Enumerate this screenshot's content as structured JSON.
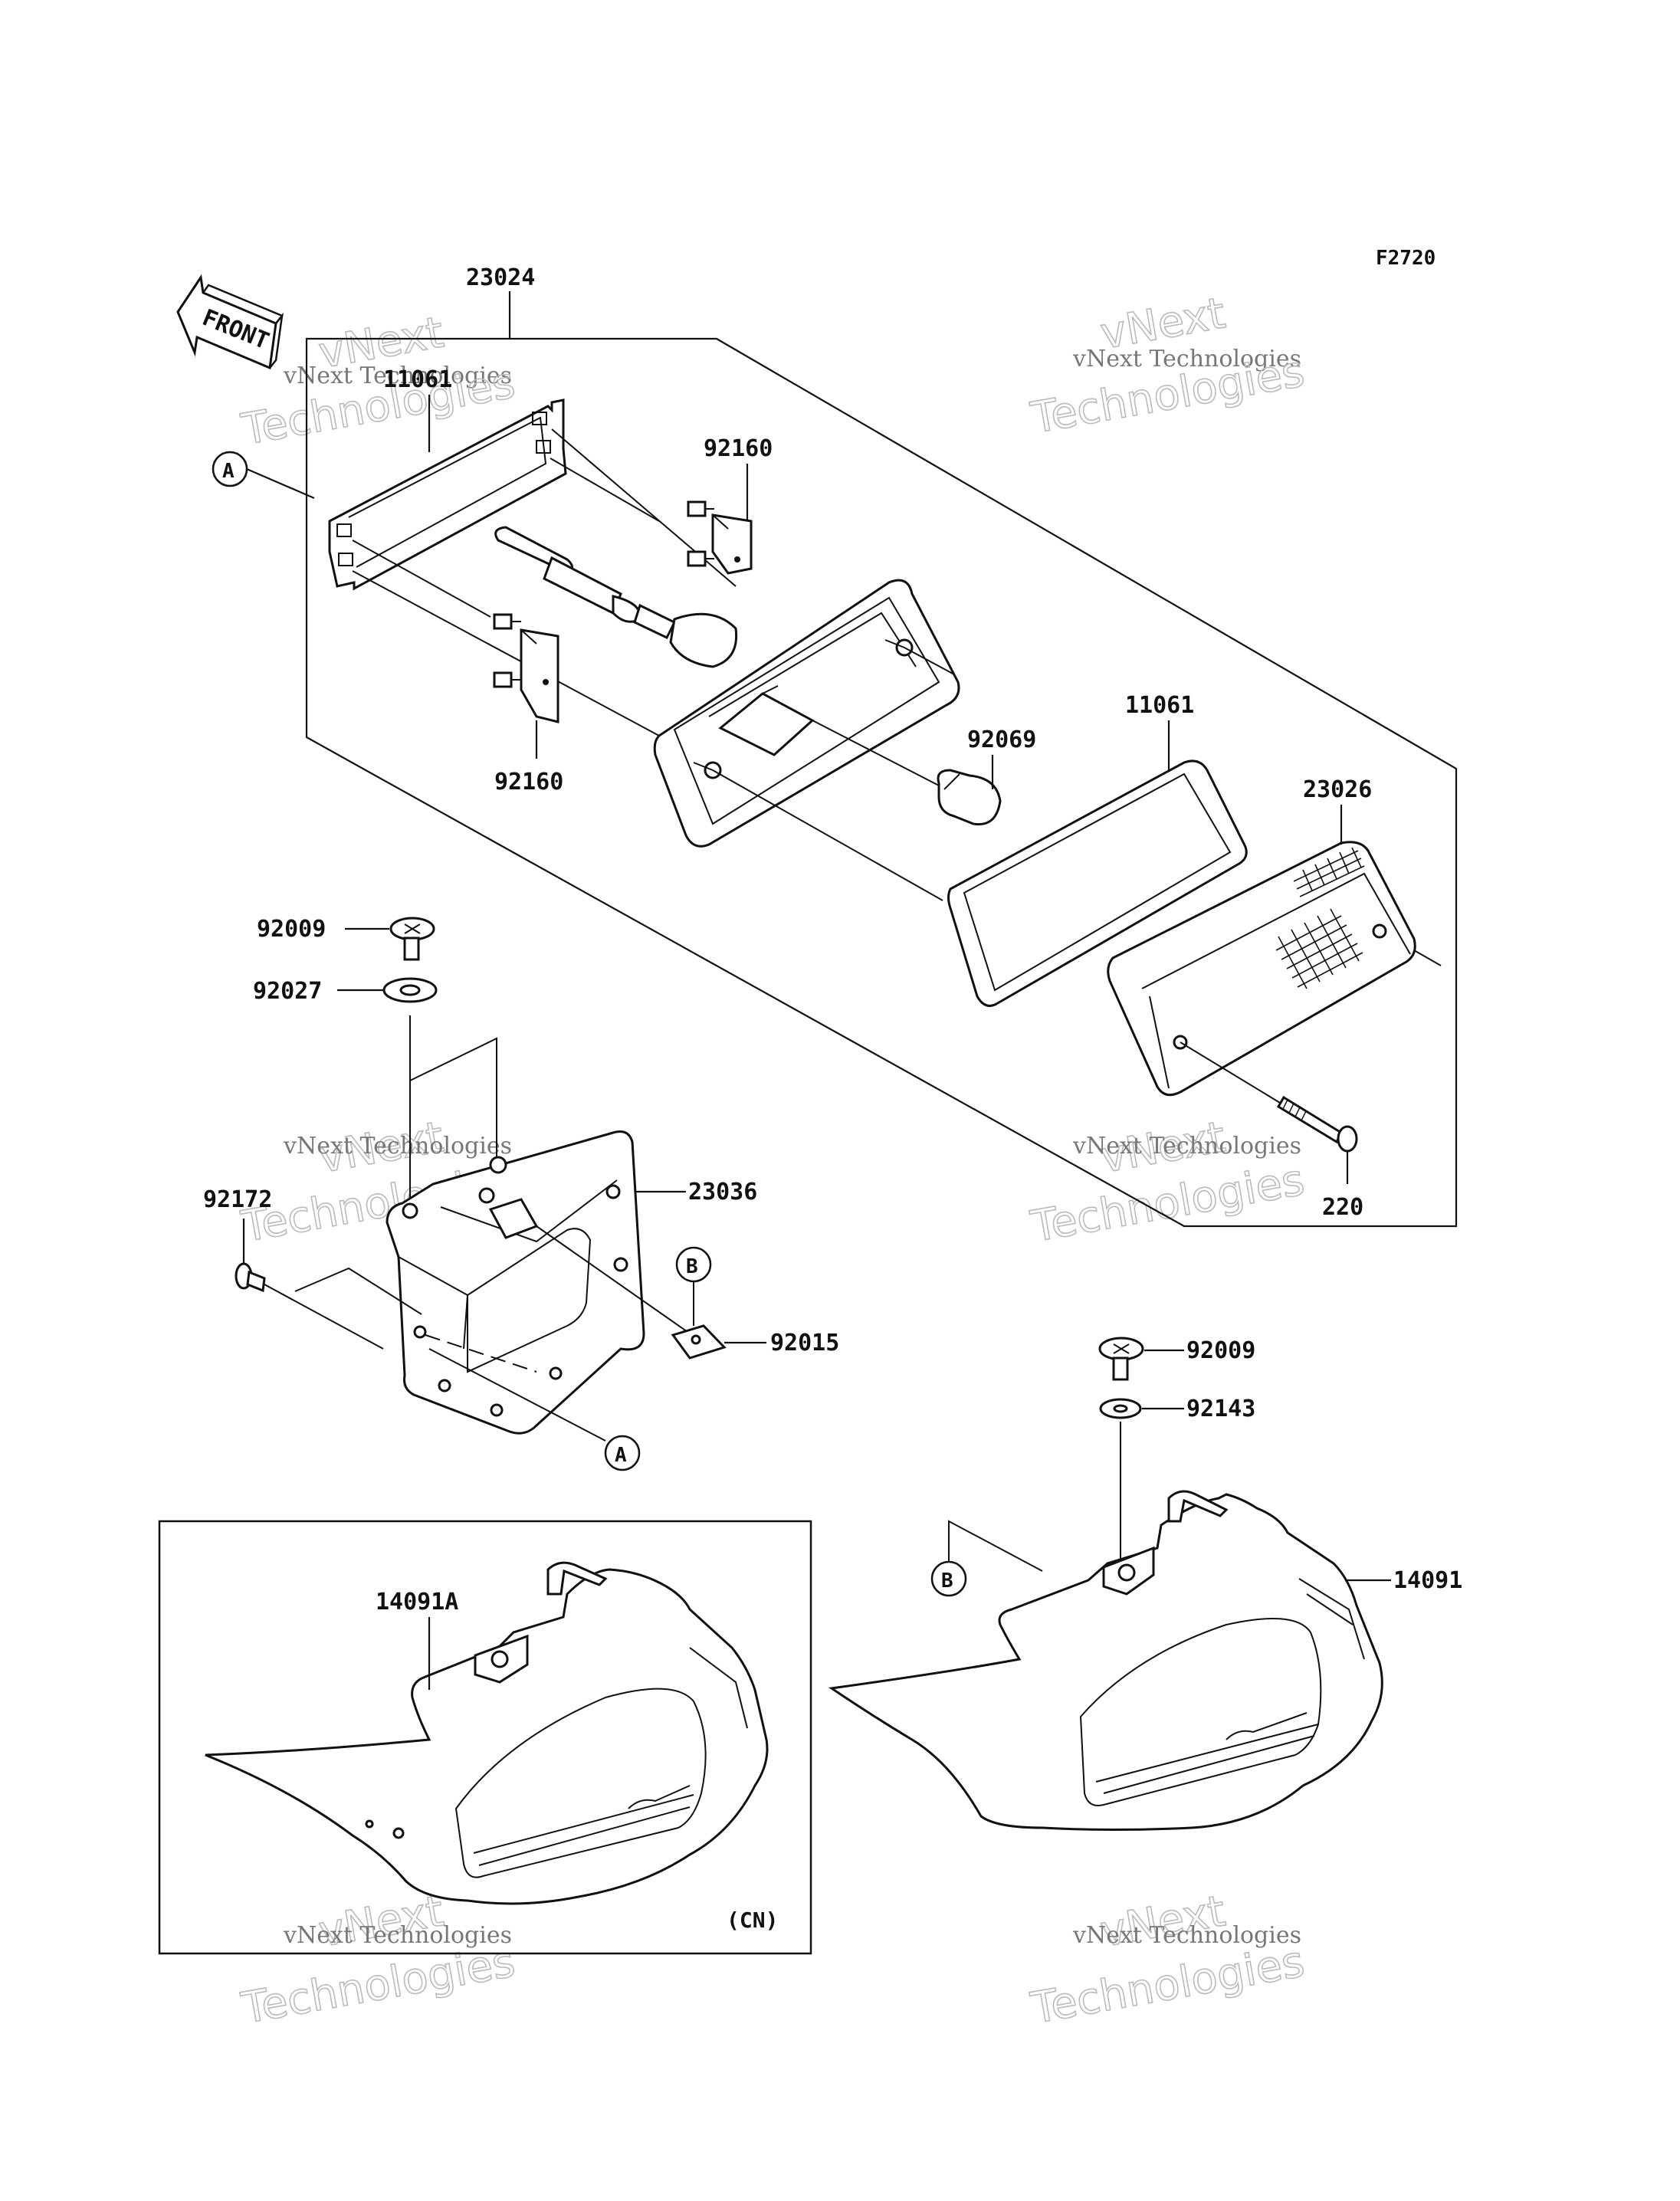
{
  "diagram": {
    "code": "F2720",
    "front_label": "FRONT",
    "region_note": "(CN)",
    "callouts": {
      "a": "A",
      "b": "B"
    },
    "parts": {
      "p23024": "23024",
      "p11061_top": "11061",
      "p92160_top": "92160",
      "p92160_bottom": "92160",
      "p92069": "92069",
      "p11061": "11061",
      "p23026": "23026",
      "p220": "220",
      "p92009_left": "92009",
      "p92027": "92027",
      "p92172": "92172",
      "p23036": "23036",
      "p92015": "92015",
      "p92009_right": "92009",
      "p92143": "92143",
      "p14091": "14091",
      "p14091A": "14091A"
    },
    "watermark": {
      "brand": "vNext",
      "company": "vNext Technologies",
      "word": "Technologies"
    }
  }
}
